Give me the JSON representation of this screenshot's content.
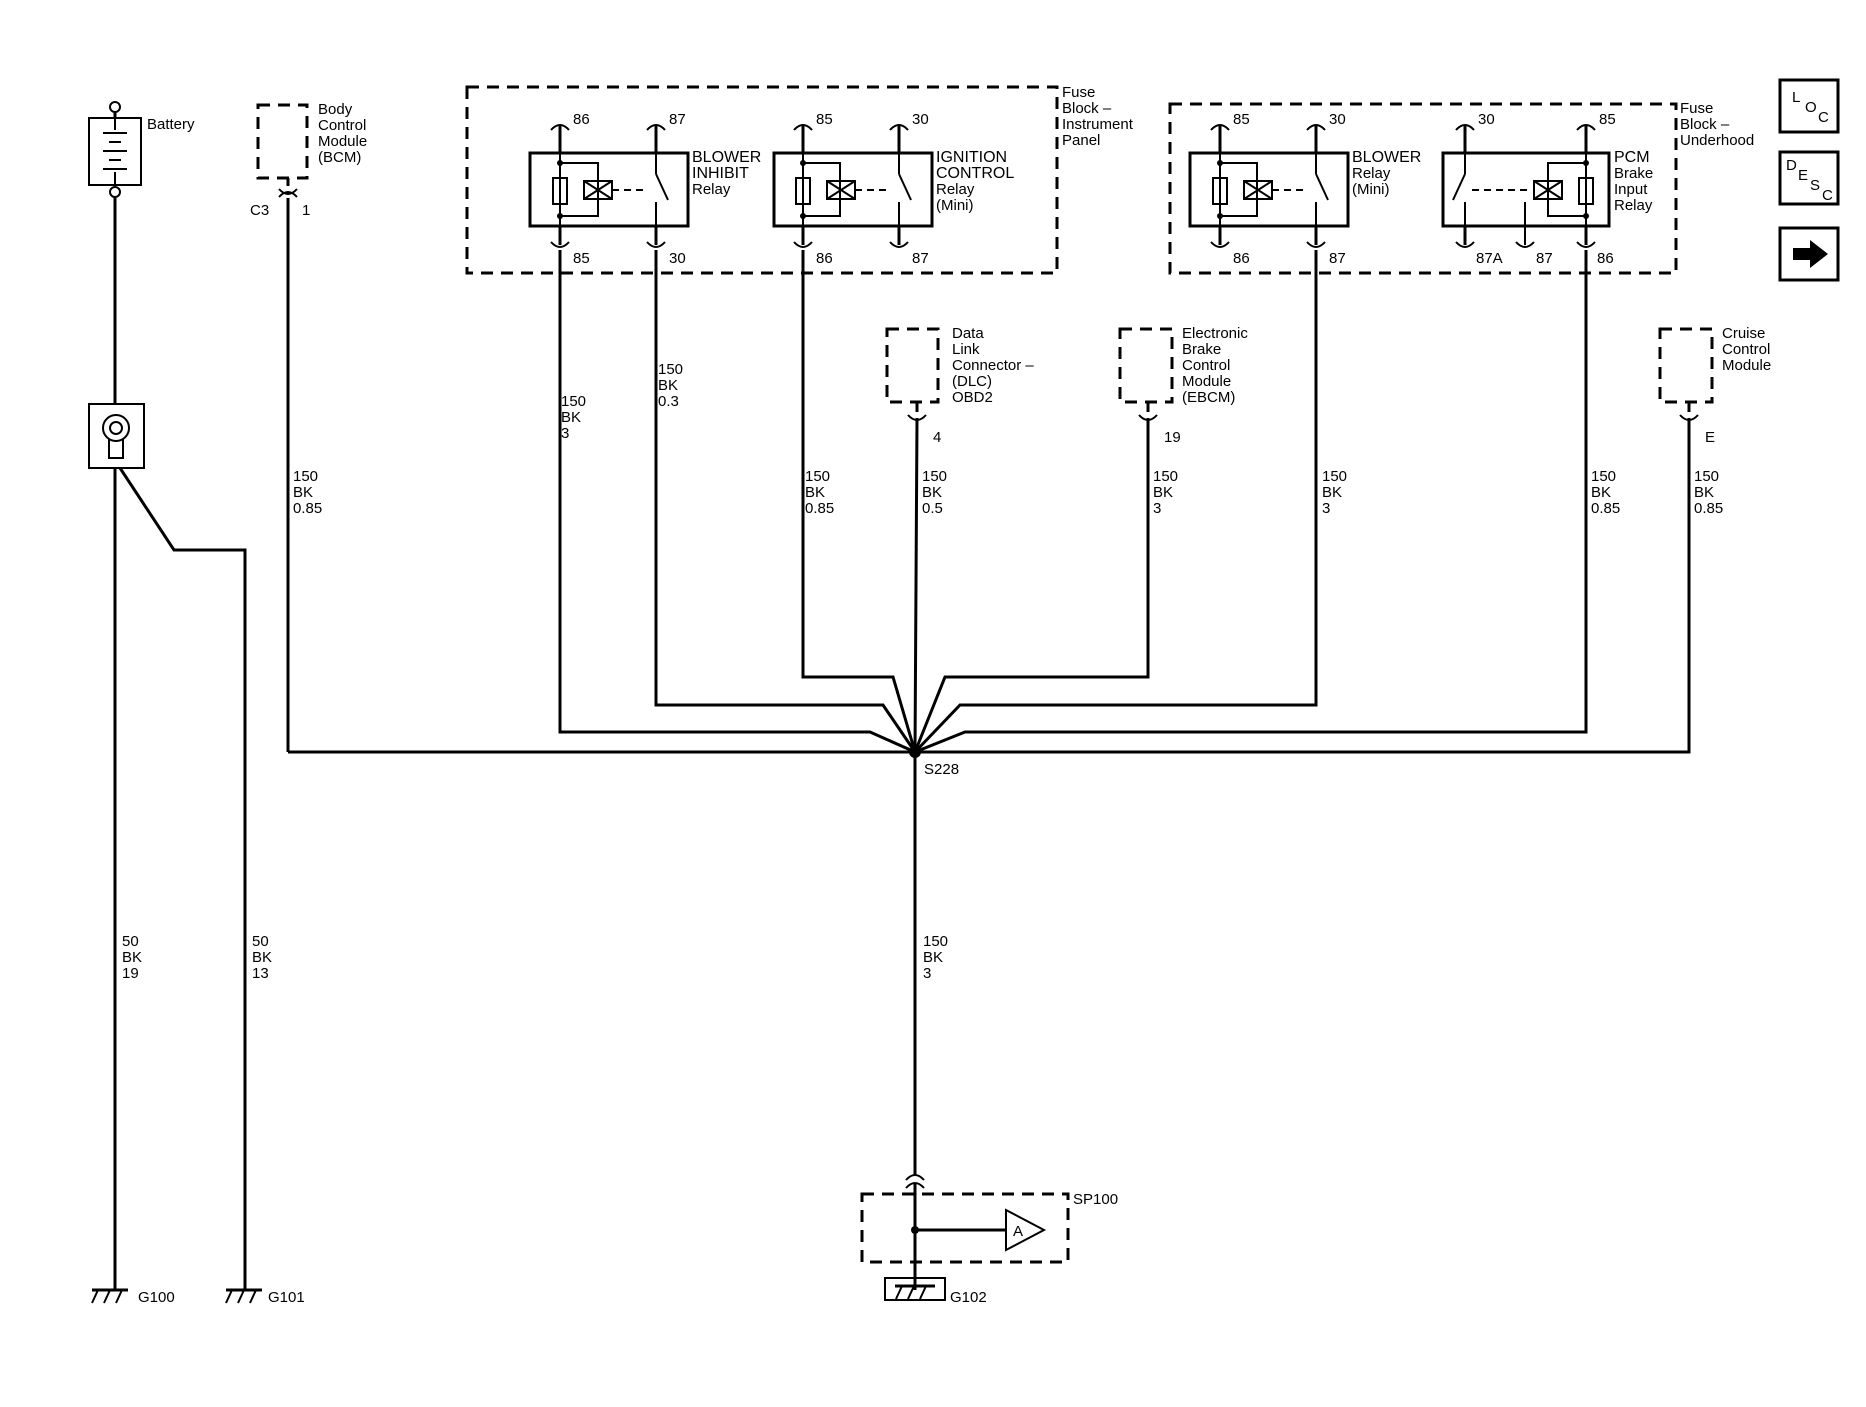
{
  "battery": {
    "label": "Battery"
  },
  "bcm": {
    "label_lines": [
      "Body",
      "Control",
      "Module",
      "(BCM)"
    ],
    "connector": "C3",
    "pin": "1"
  },
  "fuse_ip": {
    "label_lines": [
      "Fuse",
      "Block –",
      "Instrument",
      "Panel"
    ]
  },
  "fuse_uh": {
    "label_lines": [
      "Fuse",
      "Block –",
      "Underhood"
    ]
  },
  "blower_inhibit": {
    "label_lines": [
      "BLOWER",
      "INHIBIT",
      "Relay"
    ],
    "pins_top": [
      "86",
      "87"
    ],
    "pins_bottom": [
      "85",
      "30"
    ]
  },
  "ignition_control": {
    "label_lines": [
      "IGNITION",
      "CONTROL",
      "Relay",
      "(Mini)"
    ],
    "pins_top": [
      "85",
      "30"
    ],
    "pins_bottom": [
      "86",
      "87"
    ]
  },
  "blower_relay": {
    "label_lines": [
      "BLOWER",
      "Relay",
      "(Mini)"
    ],
    "pins_top": [
      "85",
      "30"
    ],
    "pins_bottom": [
      "86",
      "87"
    ]
  },
  "pcm_brake": {
    "label_lines": [
      "PCM",
      "Brake",
      "Input",
      "Relay"
    ],
    "pins_top": [
      "30",
      "85"
    ],
    "pins_bottom": [
      "87A",
      "87",
      "86"
    ]
  },
  "dlc": {
    "label_lines": [
      "Data",
      "Link",
      "Connector –",
      "(DLC)",
      "OBD2"
    ],
    "pin": "4"
  },
  "ebcm": {
    "label_lines": [
      "Electronic",
      "Brake",
      "Control",
      "Module",
      "(EBCM)"
    ],
    "pin": "19"
  },
  "ccm": {
    "label_lines": [
      "Cruise",
      "Control",
      "Module"
    ],
    "pin": "E"
  },
  "wires": {
    "bcm": [
      "150",
      "BK",
      "0.85"
    ],
    "bi85": [
      "150",
      "BK",
      "3"
    ],
    "bi30": [
      "150",
      "BK",
      "0.3"
    ],
    "ic86": [
      "150",
      "BK",
      "0.85"
    ],
    "dlc": [
      "150",
      "BK",
      "0.5"
    ],
    "ebcm": [
      "150",
      "BK",
      "3"
    ],
    "br87": [
      "150",
      "BK",
      "3"
    ],
    "pcm86": [
      "150",
      "BK",
      "0.85"
    ],
    "ccm": [
      "150",
      "BK",
      "0.85"
    ],
    "main": [
      "150",
      "BK",
      "3"
    ],
    "g100": [
      "50",
      "BK",
      "19"
    ],
    "g101": [
      "50",
      "BK",
      "13"
    ]
  },
  "splice": {
    "label": "S228"
  },
  "splice_pack": {
    "label": "SP100",
    "arrow": "A"
  },
  "grounds": {
    "g100": "G100",
    "g101": "G101",
    "g102": "G102"
  },
  "nav": {
    "loc": [
      "L",
      "O",
      "C"
    ],
    "desc": [
      "D",
      "E",
      "S",
      "C"
    ],
    "arrow": "➡"
  }
}
